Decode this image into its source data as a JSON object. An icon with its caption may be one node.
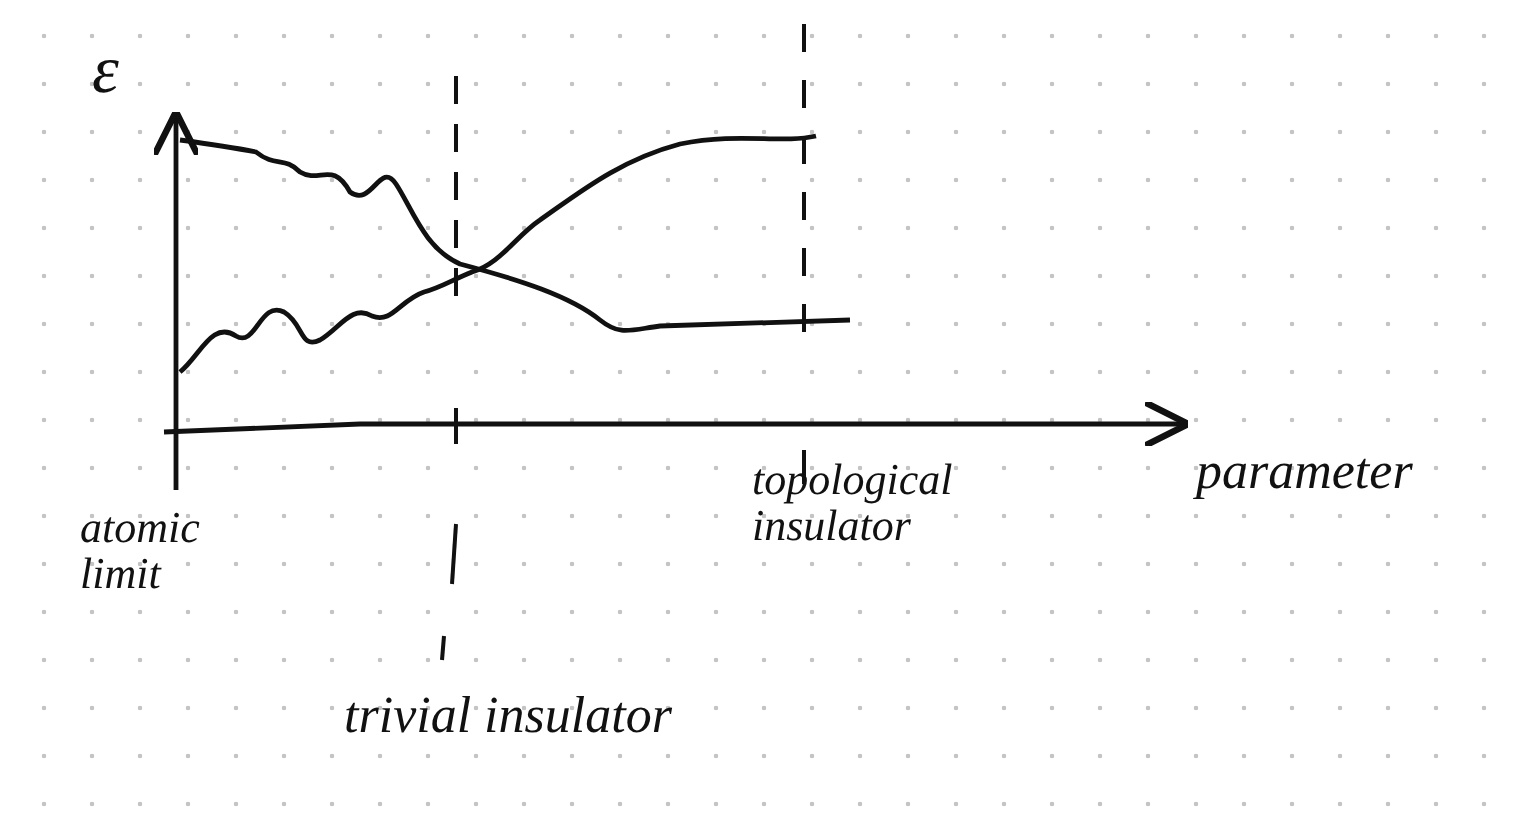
{
  "diagram": {
    "labels": [
      "ε",
      "parameter",
      "atomic limit",
      "topological insulator",
      "trivial insulator"
    ]
  }
}
